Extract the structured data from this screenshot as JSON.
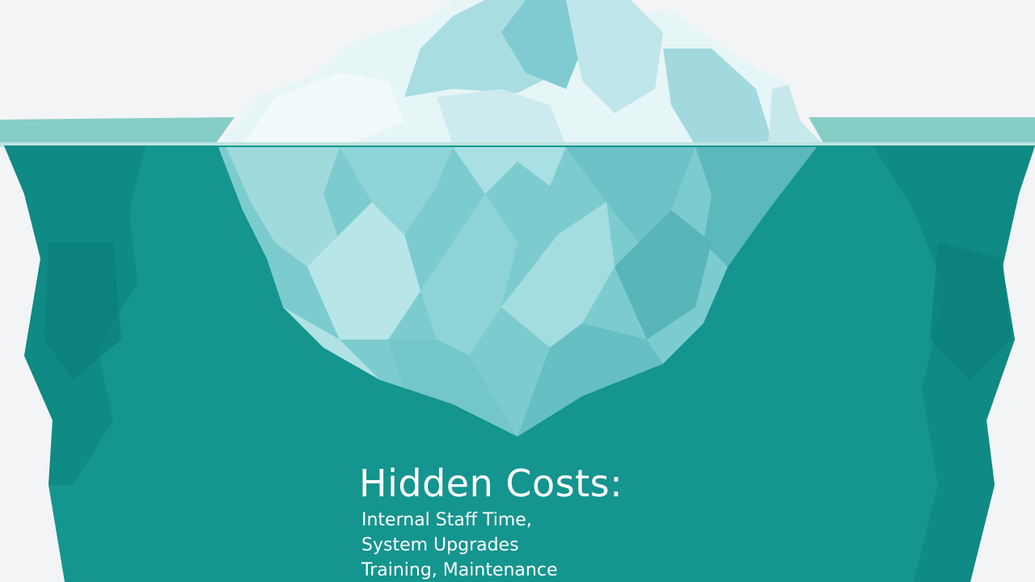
{
  "caption": {
    "title": "Hidden Costs:",
    "lines": [
      "Internal Staff Time,",
      "System Upgrades",
      "Training, Maintenance"
    ]
  },
  "colors": {
    "background": "#f3f4f5",
    "water_deep": "#0f8f8c",
    "water_mid": "#19a19d",
    "water_surface": "#7ec9c3",
    "ice_light": "#e3f4f5",
    "ice_mid": "#a6dde0",
    "ice_dark": "#5bbcc0",
    "text": "#ffffff"
  }
}
